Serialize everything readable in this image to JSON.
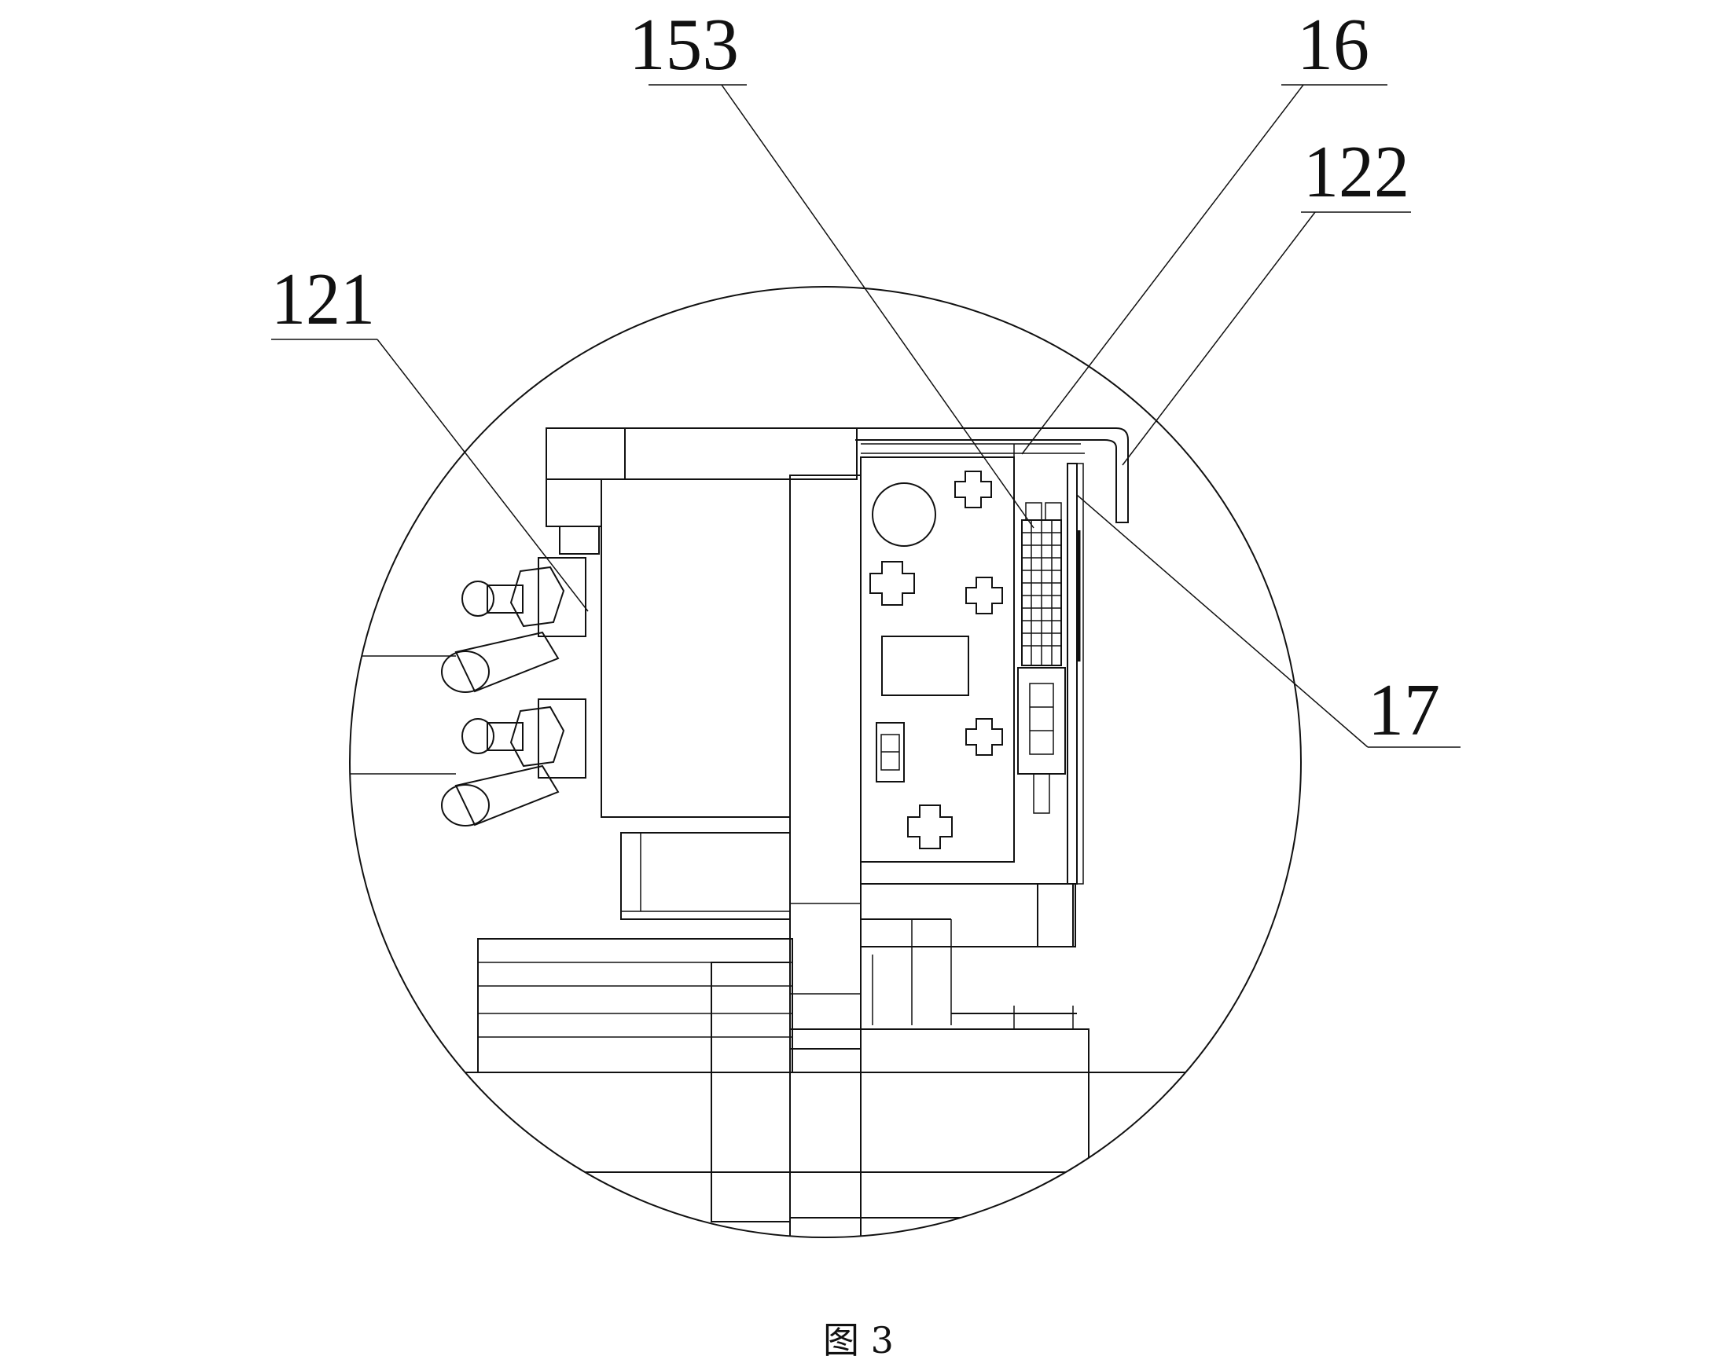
{
  "figure": {
    "caption": "图 3",
    "callouts": [
      {
        "id": "121",
        "text": "121"
      },
      {
        "id": "153",
        "text": "153"
      },
      {
        "id": "16",
        "text": "16"
      },
      {
        "id": "122",
        "text": "122"
      },
      {
        "id": "17",
        "text": "17"
      }
    ]
  },
  "colors": {
    "line": "#111111",
    "background": "#ffffff"
  }
}
